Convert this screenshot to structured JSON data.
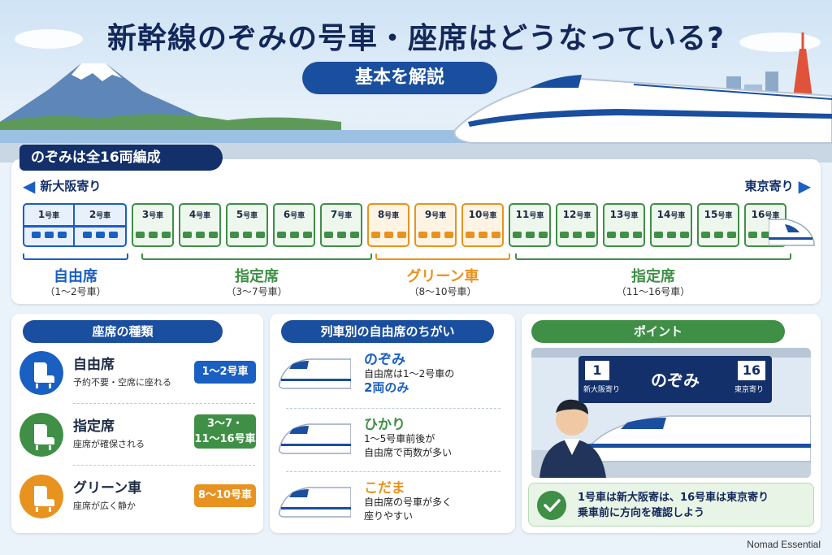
{
  "header": {
    "title": "新幹線のぞみの号車・座席はどうなっている?",
    "subtitle": "基本を解説"
  },
  "formation": {
    "tag": "のぞみは全16両編成",
    "left_label": "新大阪寄り",
    "right_label": "東京寄り",
    "car_suffix": "号車",
    "cars": [
      {
        "num": "1",
        "type": "unreserved"
      },
      {
        "num": "2",
        "type": "unreserved"
      },
      {
        "num": "3",
        "type": "reserved"
      },
      {
        "num": "4",
        "type": "reserved"
      },
      {
        "num": "5",
        "type": "reserved"
      },
      {
        "num": "6",
        "type": "reserved"
      },
      {
        "num": "7",
        "type": "reserved"
      },
      {
        "num": "8",
        "type": "green"
      },
      {
        "num": "9",
        "type": "green"
      },
      {
        "num": "10",
        "type": "green"
      },
      {
        "num": "11",
        "type": "reserved"
      },
      {
        "num": "12",
        "type": "reserved"
      },
      {
        "num": "13",
        "type": "reserved"
      },
      {
        "num": "14",
        "type": "reserved"
      },
      {
        "num": "15",
        "type": "reserved"
      },
      {
        "num": "16",
        "type": "reserved"
      }
    ],
    "groups": [
      {
        "label": "自由席",
        "sub": "（1〜2号車）",
        "color": "#1a5fc2"
      },
      {
        "label": "指定席",
        "sub": "（3〜7号車）",
        "color": "#3f8f46"
      },
      {
        "label": "グリーン車",
        "sub": "（8〜10号車）",
        "color": "#e8931f"
      },
      {
        "label": "指定席",
        "sub": "（11〜16号車）",
        "color": "#3f8f46"
      }
    ]
  },
  "seat_types": {
    "title": "座席の種類",
    "items": [
      {
        "name": "自由席",
        "desc": "予約不要・空席に座れる",
        "tag": "1〜2号車",
        "color": "#1a5fc2"
      },
      {
        "name": "指定席",
        "desc": "座席が確保される",
        "tag": "3〜7・11〜16号車",
        "tag_line1": "3〜7・",
        "tag_line2": "11〜16号車",
        "color": "#3f8f46"
      },
      {
        "name": "グリーン車",
        "desc": "座席が広く静か",
        "tag": "8〜10号車",
        "color": "#e8931f"
      }
    ]
  },
  "train_types": {
    "title": "列車別の自由席のちがい",
    "items": [
      {
        "name": "のぞみ",
        "line1": "自由席は1〜2号車の",
        "line2": "2両のみ",
        "color": "#1a5fc2"
      },
      {
        "name": "ひかり",
        "line1": "1〜5号車前後が",
        "line2": "自由席で両数が多い",
        "color": "#3f8f46"
      },
      {
        "name": "こだま",
        "line1": "自由席の号車が多く",
        "line2": "座りやすい",
        "color": "#e8931f"
      }
    ]
  },
  "point": {
    "title": "ポイント",
    "sign": {
      "left_num": "1",
      "left_label": "新大阪寄り",
      "center": "のぞみ",
      "right_num": "16",
      "right_label": "東京寄り"
    },
    "line1": "1号車は新大阪寄は、16号車は東京寄り",
    "line2": "乗車前に方向を確認しよう"
  },
  "credit": "Nomad Essential",
  "colors": {
    "navy": "#13306b",
    "blue": "#1a5fc2",
    "green": "#3f8f46",
    "orange": "#e8931f"
  }
}
